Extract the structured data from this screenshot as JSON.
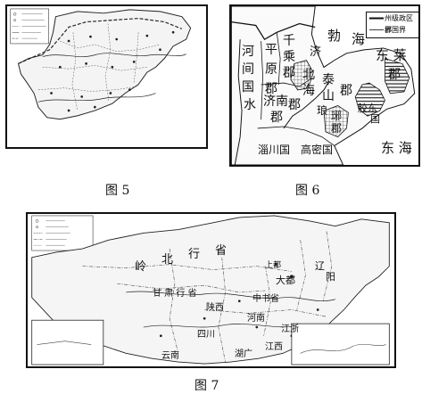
{
  "figure5": {
    "caption": "图 5"
  },
  "figure6": {
    "caption": "图 6",
    "legend": [
      "州级政区界",
      "郡国界"
    ],
    "labels": {
      "bohai": "勃",
      "hai": "海",
      "donglai": "东 莱",
      "jun": "郡",
      "dong_hai": "东  海",
      "he": "河",
      "jian": "间",
      "guo": "国",
      "ping": "平",
      "yuan": "原",
      "jun2": "郡",
      "qian": "千",
      "cheng": "乘",
      "jun3": "郡",
      "jinan": "济南",
      "jun4": "郡",
      "bei": "北",
      "hai2": "海",
      "jun5": "郡",
      "langya": "琅",
      "ya": "琊",
      "jun6": "郡",
      "jiaodong": "胶东",
      "guo2": "国",
      "zichuan": "淄川国",
      "gaomi": "高密国",
      "taishan": "泰",
      "shan": "山",
      "jun7": "郡",
      "shui": "水",
      "ji": "济"
    }
  },
  "figure7": {
    "caption": "图 7",
    "labels": {
      "ling": "岭",
      "bei": "北",
      "xing": "行",
      "sheng": "省",
      "dadu": "大都",
      "shangdu": "上都",
      "liaoyang": "辽",
      "yang": "阳",
      "gansu": "甘 肃 行 省",
      "shaanxi": "陕西",
      "henan": "河南",
      "sichuan": "四川",
      "yunnan": "云南",
      "huguang": "湖广",
      "jiangxi": "江西",
      "zhejiang": "江浙",
      "zhongshu": "中书省"
    }
  }
}
